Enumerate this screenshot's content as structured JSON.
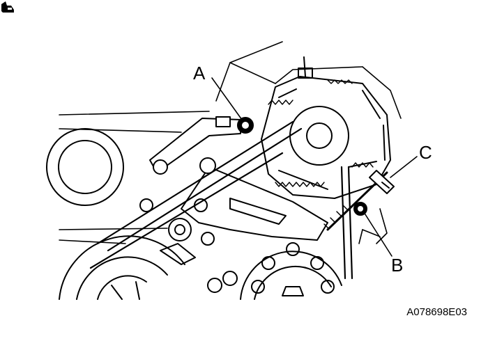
{
  "callouts": {
    "a": "A",
    "b": "B",
    "c": "C"
  },
  "figure_id": "A078698E03",
  "icons": {
    "manual": "manual-reference-icon"
  },
  "colors": {
    "ink": "#000000",
    "paper": "#ffffff"
  }
}
